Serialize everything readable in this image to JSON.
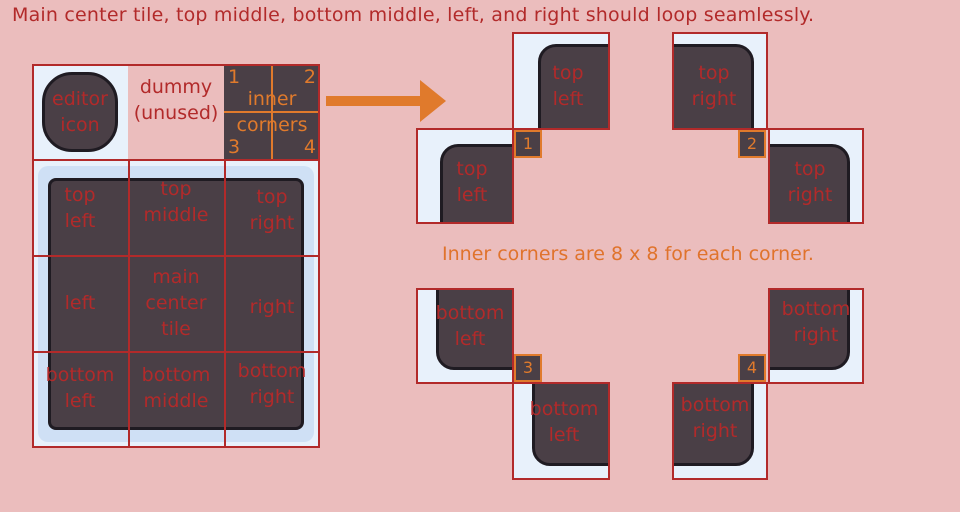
{
  "heading": "Main center tile, top middle, bottom middle, left, and right should loop seamlessly.",
  "note": "Inner corners are 8 x 8 for each corner.",
  "sheet": {
    "editor_icon": "editor\nicon",
    "dummy": "dummy\n(unused)",
    "inner_corners": "inner\ncorners",
    "corner_numbers": [
      "1",
      "2",
      "3",
      "4"
    ],
    "top_left": "top\nleft",
    "top_middle": "top\nmiddle",
    "top_right": "top\nright",
    "left": "left",
    "main_center": "main\ncenter\ntile",
    "right": "right",
    "bottom_left": "bottom\nleft",
    "bottom_middle": "bottom\nmiddle",
    "bottom_right": "bottom\nright"
  },
  "examples": {
    "tl_upper": "top\nleft",
    "tl_lower": "top\nleft",
    "tr_upper": "top\nright",
    "tr_lower": "top\nright",
    "bl_upper": "bottom\nleft",
    "bl_lower": "bottom\nleft",
    "br_upper": "bottom\nright",
    "br_lower": "bottom\nright",
    "n1": "1",
    "n2": "2",
    "n3": "3",
    "n4": "4"
  },
  "colors": {
    "background": "#ebbdbd",
    "label": "#b22a2a",
    "accent_orange": "#e07a2c",
    "dirt": "#4a3f46",
    "snow": "#e8f1fb"
  },
  "icons": [
    "arrow-right-icon"
  ]
}
